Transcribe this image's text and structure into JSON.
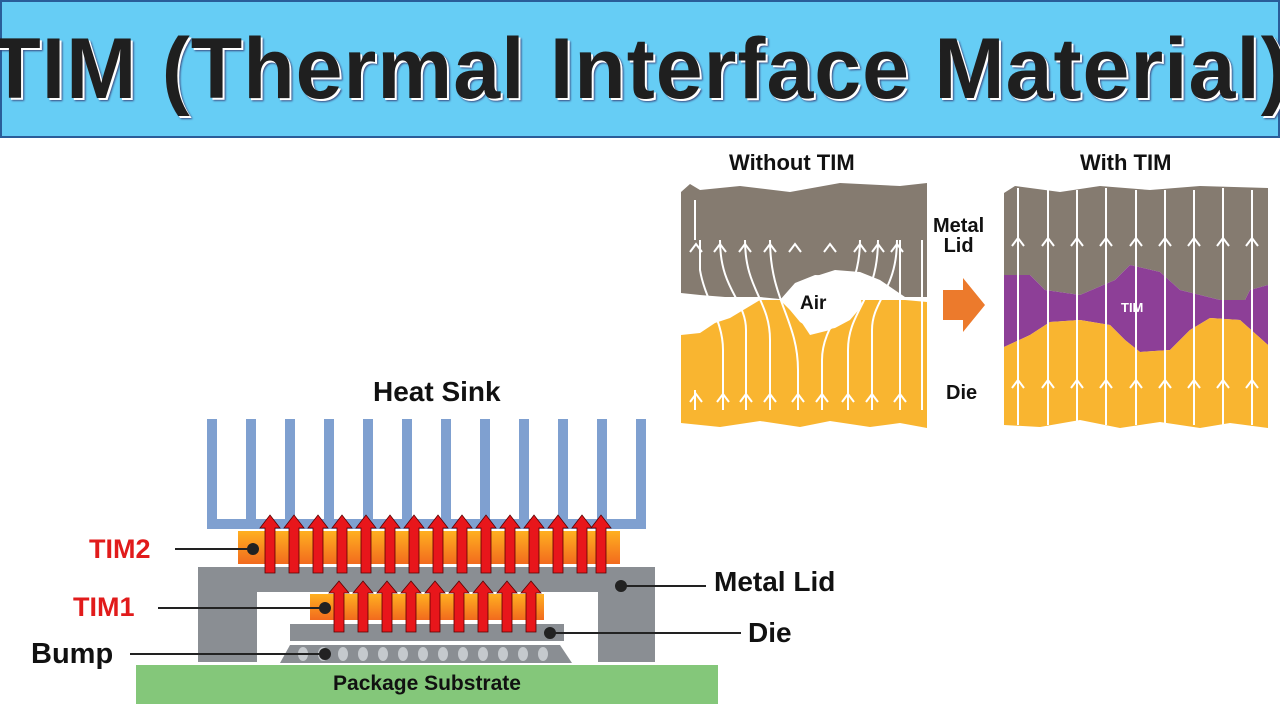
{
  "title": "TIM (Thermal Interface Material)",
  "comparison": {
    "without_label": "Without TIM",
    "with_label": "With TIM",
    "metal_lid_label_line1": "Metal",
    "metal_lid_label_line2": "Lid",
    "die_label": "Die",
    "air_label": "Air",
    "tim_label": "TIM",
    "arrow": "right-arrow-icon",
    "colors": {
      "metal_lid": "#857b70",
      "die": "#f9b530",
      "tim": "#8d3f97",
      "arrow": "#ec7a2c"
    }
  },
  "stack": {
    "heat_sink_label": "Heat Sink",
    "tim2_label": "TIM2",
    "tim1_label": "TIM1",
    "bump_label": "Bump",
    "metal_lid_label": "Metal Lid",
    "die_label": "Die",
    "substrate_label": "Package Substrate",
    "colors": {
      "heat_sink": "#7fa0d0",
      "lid": "#8a8e93",
      "die": "#8a8e93",
      "substrate": "#84c77a",
      "tim_top": "#ffb020",
      "tim_bottom": "#f26a1e",
      "heat_arrow": "#e8161b",
      "label_red": "#e11b1b"
    }
  }
}
